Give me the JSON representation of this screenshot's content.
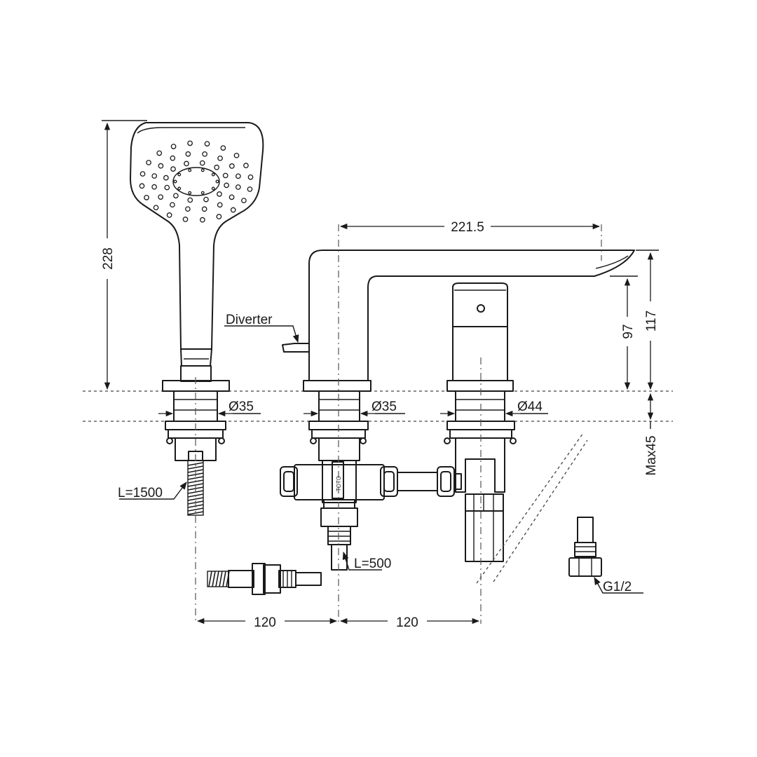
{
  "dimensions": {
    "handshower_height": "228",
    "spout_reach": "221.5",
    "spout_height": "97",
    "total_height": "117",
    "max_deck_thickness": "Max45",
    "diameter_handshower": "Ø35",
    "diameter_diverter": "Ø35",
    "diameter_handle": "Ø44",
    "hose_length": "L=1500",
    "supply_length": "L=500",
    "spacing_left": "120",
    "spacing_right": "120",
    "connection_thread": "G1/2"
  },
  "labels": {
    "diverter": "Diverter",
    "valve_body_marking": "TOTO"
  }
}
